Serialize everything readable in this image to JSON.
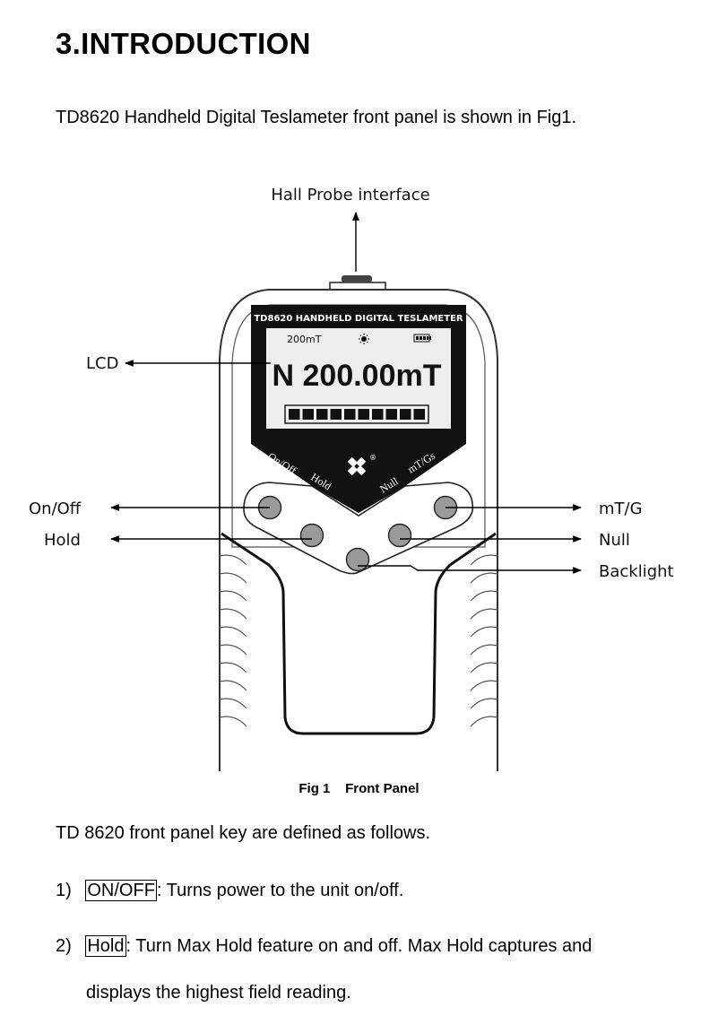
{
  "section": {
    "number": "3.",
    "title": "INTRODUCTION"
  },
  "intro_text": "TD8620 Handheld Digital Teslameter front panel is shown in Fig1.",
  "figure": {
    "callouts": {
      "probe": "Hall Probe interface",
      "lcd": "LCD",
      "on_off": "On/Off",
      "hold": "Hold",
      "mt_g": "mT/G",
      "null": "Null",
      "backlight": "Backlight"
    },
    "device": {
      "header": "TD8620 HANDHELD DIGITAL TESLAMETER",
      "range": "200mT",
      "reading": "N 200.00mT",
      "bar_segments": 10,
      "key_labels": {
        "on_off": "On/Off",
        "hold": "Hold",
        "null": "Null",
        "mt_gs": "mT/Gs"
      },
      "logo_mark": "®"
    },
    "caption_num": "Fig 1",
    "caption_text": "Front Panel"
  },
  "keys_intro": "TD 8620 front panel key are defined as follows.",
  "items": [
    {
      "num": "1)",
      "key": "ON/OFF",
      "desc": ": Turns power to the unit on/off."
    },
    {
      "num": "2)",
      "key": "Hold",
      "desc": ": Turn Max Hold feature on and off. Max Hold captures and",
      "cont": "displays the highest field reading."
    }
  ]
}
